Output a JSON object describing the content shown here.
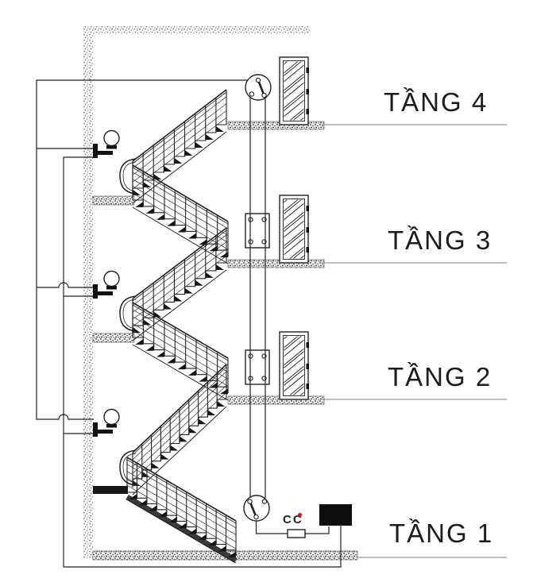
{
  "floors": [
    {
      "label": "TẦNG 4"
    },
    {
      "label": "TẦNG 3"
    },
    {
      "label": "TẦNG 2"
    },
    {
      "label": "TẦNG 1"
    }
  ],
  "fuse": {
    "label": "CC"
  },
  "colors": {
    "line": "#222222",
    "floor_line": "#7f7f7f",
    "indicator_red": "#e8000d",
    "solid_black": "#0d0d0d"
  }
}
